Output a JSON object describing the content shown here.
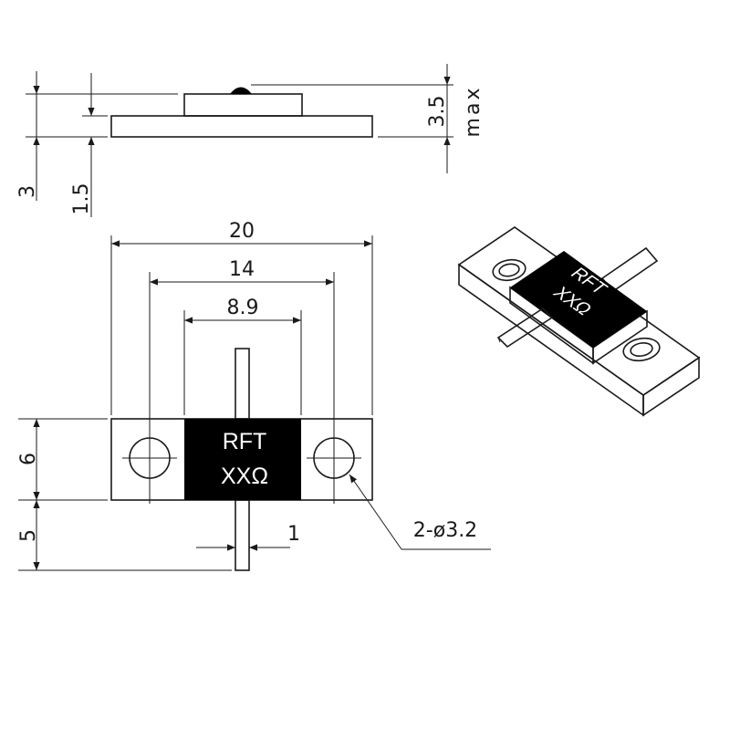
{
  "dims": {
    "side_height_total": "3",
    "side_flange_thickness": "1.5",
    "side_max_height": "3.5",
    "side_max_suffix": "max",
    "width_total": "20",
    "hole_spacing": "14",
    "body_width": "8.9",
    "flange_height": "6",
    "lead_length": "5",
    "lead_width": "1",
    "hole_callout": "2-ø3.2"
  },
  "marking": {
    "line1": "RFT",
    "line2": "XXΩ"
  },
  "colors": {
    "line": "#1a1a1a",
    "body": "#000000",
    "marking_text": "#ffffff"
  }
}
